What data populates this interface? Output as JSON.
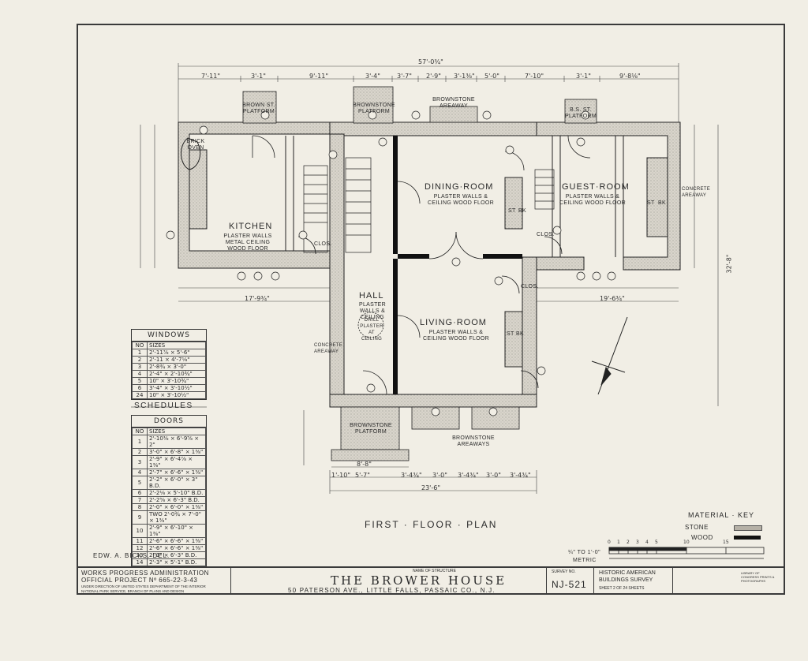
{
  "drawing": {
    "title": "FIRST · FLOOR · PLAN",
    "draftsman": "EDW. A. BICKS.  DEL.",
    "overall_dim": "57'-0¾\"",
    "depth_dim": "32'-8\""
  },
  "rooms": {
    "kitchen": {
      "name": "KITCHEN",
      "finish": "PLASTER WALLS METAL CEILING WOOD FLOOR"
    },
    "dining": {
      "name": "DINING·ROOM",
      "finish": "PLASTER WALLS & CEILING WOOD FLOOR"
    },
    "guest": {
      "name": "GUEST·ROOM",
      "finish": "PLASTER WALLS & CEILING WOOD FLOOR"
    },
    "hall": {
      "name": "HALL",
      "finish": "PLASTER WALLS & CEILING"
    },
    "living": {
      "name": "LIVING·ROOM",
      "finish": "PLASTER WALLS & CEILING WOOD FLOOR"
    }
  },
  "labels": {
    "brick_oven": "BRICK OVEN",
    "brownstone_platform_left": "BROWN ST. PLATFORM",
    "brownstone_platform_center": "BROWNSTONE PLATFORM",
    "brownstone_areaway": "BROWNSTONE AREAWAY",
    "bs_platform_right": "B.S. ST. PLATFORM",
    "brownstone_platform_front": "BROWNSTONE PLATFORM",
    "brownstone_areaways": "BROWNSTONE AREAWAYS",
    "drill_plaster": "DRILL PLASTER AT CEILING",
    "clos": "CLOS.",
    "st": "ST",
    "bk": "BK",
    "concrete_areaway": "CONCRETE AREAWAY"
  },
  "dimensions": {
    "top": [
      "7'-11\"",
      "3'-1\"",
      "9'-11\"",
      "3'-4\"",
      "3'-7\"",
      "2'-9\"",
      "3'-1⅜\"",
      "5'-0\"",
      "7'-10\"",
      "3'-1\"",
      "9'-8⅛\""
    ],
    "bottom": [
      "1'-10\"",
      "5'-7\"",
      "3'-4¾\"",
      "3'-0\"",
      "3'-4¾\"",
      "3'-0\"",
      "3'-4¾\""
    ],
    "overall_bottom": "23'-6\"",
    "front_platform": "8'-8\"",
    "left_side": "17'-9¾\"",
    "right_side": "19'-6¾\""
  },
  "windows_schedule": {
    "title": "WINDOWS",
    "header": [
      "NO",
      "SIZES"
    ],
    "rows": [
      [
        "1",
        "2'-11⅞ × 5'-6\""
      ],
      [
        "2",
        "2'-11 × 4'-7⅛\""
      ],
      [
        "3",
        "2'-8¾ × 3'-0\""
      ],
      [
        "4",
        "2'-4\" × 2'-10¾\""
      ],
      [
        "5",
        "10\" × 3'-10¾\""
      ],
      [
        "6",
        "3'-4\" × 3'-10½\""
      ],
      [
        "24",
        "10\" × 3'-10½\""
      ]
    ]
  },
  "schedules_title": "SCHEDULES",
  "doors_schedule": {
    "title": "DOORS",
    "header": [
      "NO",
      "SIZES"
    ],
    "rows": [
      [
        "1",
        "2'-10⅜ × 6'-9⅝ × 2\""
      ],
      [
        "2",
        "3'-0\" × 6'-8\" × 1⅜\""
      ],
      [
        "3",
        "2'-9\" × 6'-4⅞ × 1⅜\""
      ],
      [
        "4",
        "2'-7\" × 6'-6\" × 1⅜\""
      ],
      [
        "5",
        "2'-2\" × 6'-0\" × 3\" B.D."
      ],
      [
        "6",
        "2'-2⅛ × 5'-10\" B.D."
      ],
      [
        "7",
        "2'-2⅝ × 6'-3\" B.D."
      ],
      [
        "8",
        "2'-0\" × 6'-0\" × 1⅜\""
      ],
      [
        "9",
        "TWO 2'-0¾ × 7'-0\" × 1⅜\""
      ],
      [
        "10",
        "2'-9\" × 6'-10\" × 1⅜\""
      ],
      [
        "11",
        "2'-6\" × 6'-6\" × 1⅜\""
      ],
      [
        "12",
        "2'-6\" × 6'-6\" × 1⅜\""
      ],
      [
        "13",
        "2'-1\" × 6'-3\" B.D."
      ],
      [
        "14",
        "2'-3\" × 5'-1\" B.D."
      ]
    ]
  },
  "material_key": {
    "title": "MATERIAL · KEY",
    "stone": "STONE",
    "wood": "WOOD",
    "stone_color": "#b5b0a6",
    "wood_color": "#111111"
  },
  "scale": {
    "label": "¼\" TO 1'-0\"",
    "metric": "METRIC",
    "ticks": [
      "0",
      "1",
      "2",
      "3",
      "4",
      "5",
      "10",
      "15"
    ]
  },
  "title_block": {
    "agency_line1": "WORKS PROGRESS ADMINISTRATION",
    "agency_line2": "OFFICIAL PROJECT Nº 665-22-3-43",
    "agency_line3": "UNDER DIRECTION OF UNITED STATES DEPARTMENT OF THE INTERIOR",
    "agency_line4": "NATIONAL PARK SERVICE, BRANCH OF PLANS AND DESIGN",
    "name_label": "NAME OF STRUCTURE",
    "structure_name": "THE BROWER HOUSE",
    "address": "50 PATERSON AVE., LITTLE FALLS, PASSAIC CO., N.J.",
    "survey_label": "SURVEY NO.",
    "survey_no": "NJ-521",
    "habs_line1": "HISTORIC AMERICAN",
    "habs_line2": "BUILDINGS SURVEY",
    "sheet": "SHEET 2 OF 24 SHEETS",
    "library_stamp": "LIBRARY OF CONGRESS PRINTS & PHOTOGRAPHS"
  }
}
